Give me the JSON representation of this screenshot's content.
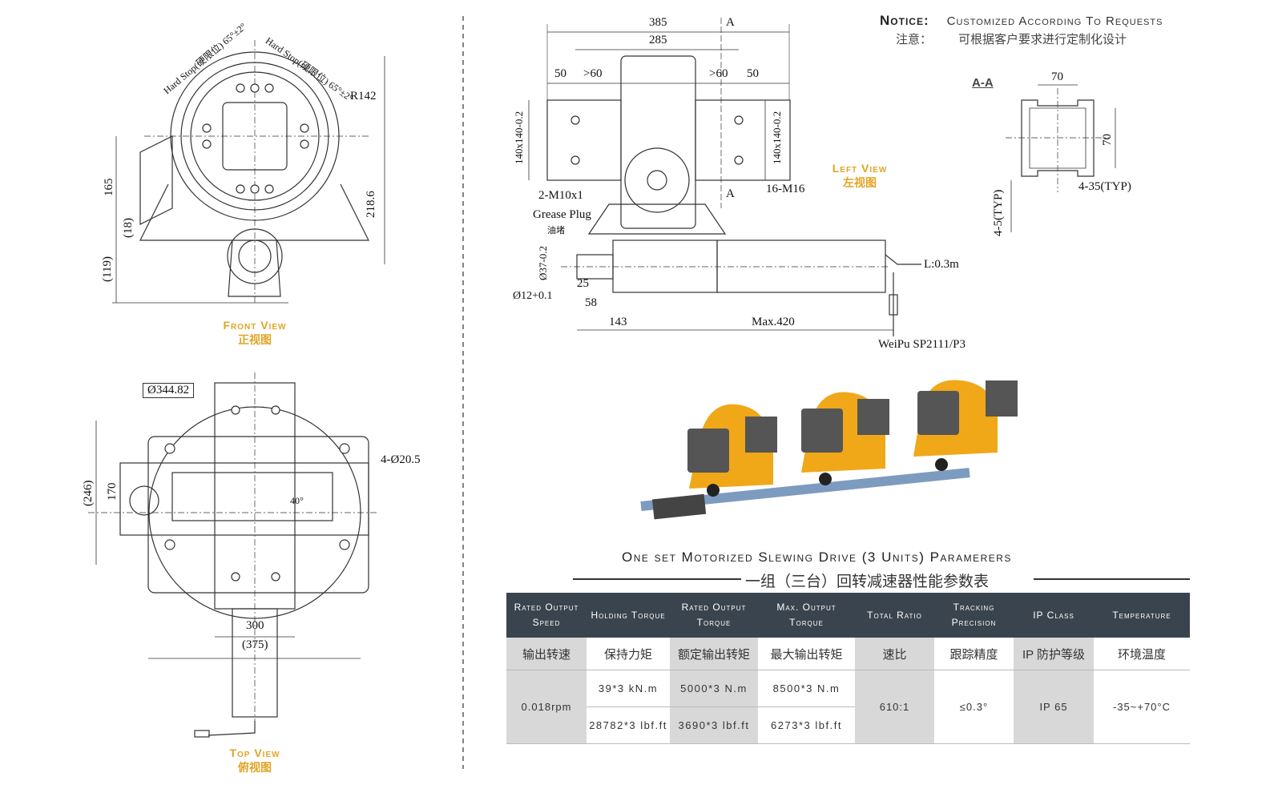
{
  "notice": {
    "label": "Notice:",
    "text": "Customized According To Requests",
    "label_cn": "注意：",
    "text_cn": "可根据客户要求进行定制化设计"
  },
  "front_view": {
    "title": "Front View",
    "title_cn": "正视图",
    "dims": {
      "hard_stop_left": "Hard Stop(硬限位) 65°±2°",
      "hard_stop_right": "Hard Stop(硬限位) 65°±2°",
      "r142": "R142",
      "d165": "165",
      "d18": "(18)",
      "d119": "(119)",
      "d218": "218.6"
    }
  },
  "top_view": {
    "title": "Top View",
    "title_cn": "俯视图",
    "dims": {
      "d344": "Ø344.82",
      "holes": "4-Ø20.5",
      "d246": "(246)",
      "d170": "170",
      "d300": "300",
      "d375": "(375)",
      "angle": "40°"
    }
  },
  "left_view": {
    "title": "Left View",
    "title_cn": "左视图",
    "dims": {
      "d385": "385",
      "d285": "285",
      "d50a": "50",
      "d60a": ">60",
      "d60b": ">60",
      "d50b": "50",
      "sectionA1": "A",
      "sectionA2": "A",
      "tube_l": "140x140-0.2",
      "tube_r": "140x140-0.2",
      "m10": "2-M10x1",
      "grease": "Grease Plug",
      "grease_cn": "油堵",
      "m16": "16-M16",
      "d37": "Ø37-0.2",
      "d12": "Ø12+0.1",
      "d25": "25",
      "d58": "58",
      "d143": "143",
      "max420": "Max.420",
      "cable": "L:0.3m",
      "connector": "WeiPu  SP2111/P3"
    }
  },
  "section_aa": {
    "title": "A-A",
    "d70a": "70",
    "d70b": "70",
    "d435": "4-35(TYP)",
    "d45": "4-5(TYP)"
  },
  "params": {
    "title": "One set Motorized Slewing Drive (3 Units)   Paramerers",
    "title_cn": "一组（三台）回转减速器性能参数表",
    "headers": [
      "Rated Output Speed",
      "Holding Torque",
      "Rated Output Torque",
      "Max. Output Torque",
      "Total Ratio",
      "Tracking Precision",
      "IP Class",
      "Temperature"
    ],
    "headers_cn": [
      "输出转速",
      "保持力矩",
      "额定输出转矩",
      "最大输出转矩",
      "速比",
      "跟踪精度",
      "IP 防护等级",
      "环境温度"
    ],
    "speed": "0.018rpm",
    "holding_metric": "39*3 kN.m",
    "holding_imperial": "28782*3 lbf.ft",
    "rated_metric": "5000*3 N.m",
    "rated_imperial": "3690*3 lbf.ft",
    "max_metric": "8500*3 N.m",
    "max_imperial": "6273*3 lbf.ft",
    "ratio": "610:1",
    "precision": "≤0.3°",
    "ip": "IP 65",
    "temperature": "-35~+70°C"
  },
  "colors": {
    "accent": "#e0a526",
    "header_bg": "#3a444e",
    "shade": "#d8d8d8"
  }
}
